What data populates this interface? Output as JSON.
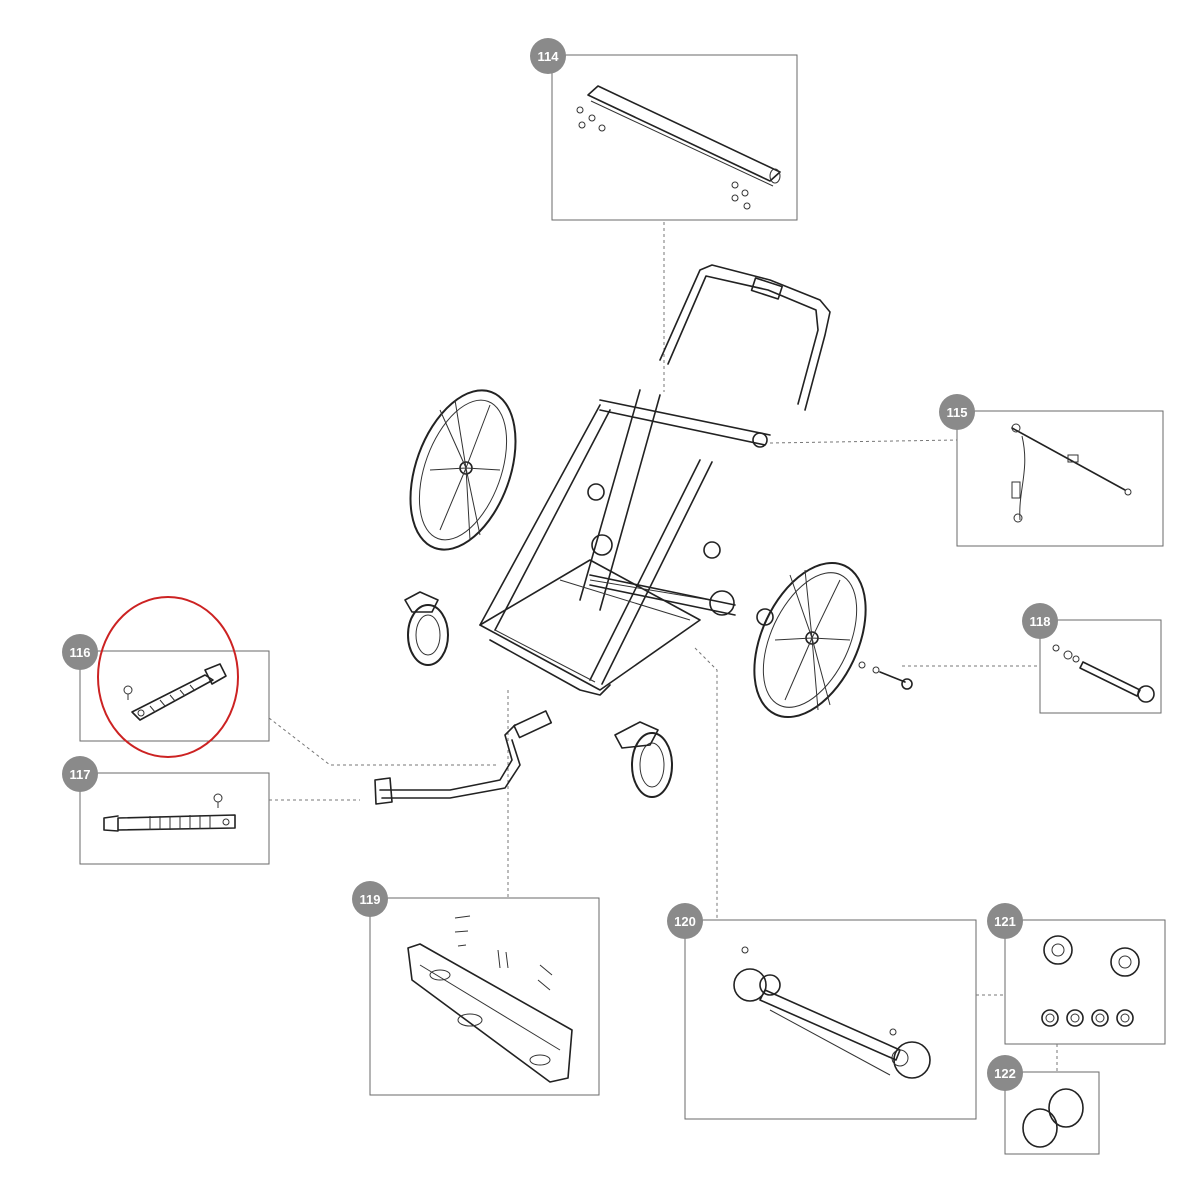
{
  "callouts": {
    "c114": "114",
    "c115": "115",
    "c116": "116",
    "c117": "117",
    "c118": "118",
    "c119": "119",
    "c120": "120",
    "c121": "121",
    "c122": "122"
  },
  "highlight": {
    "target": "116",
    "color": "#cc2222"
  },
  "colors": {
    "callout_bg": "#8a8a8a",
    "line": "#222222",
    "highlight": "#cc2222"
  }
}
